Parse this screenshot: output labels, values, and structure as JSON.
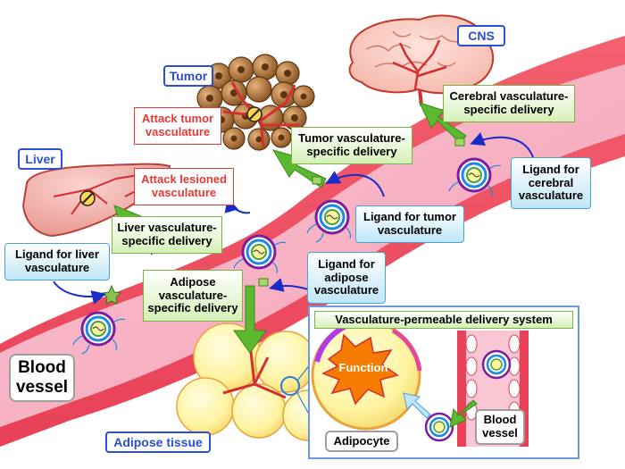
{
  "labels": {
    "cns": "CNS",
    "tumor": "Tumor",
    "liver": "Liver",
    "adipose_tissue": "Adipose tissue",
    "blood_vessel": "Blood\nvessel",
    "attack_tumor": "Attack tumor\nvasculature",
    "attack_lesioned": "Attack lesioned\nvasculature",
    "cerebral_delivery": "Cerebral vasculature-\nspecific delivery",
    "tumor_delivery": "Tumor vasculature-\nspecific delivery",
    "liver_delivery": "Liver vasculature-\nspecific delivery",
    "adipose_delivery": "Adipose\nvasculature-\nspecific delivery",
    "ligand_liver": "Ligand for liver\nvasculature",
    "ligand_tumor": "Ligand for tumor\nvasculature",
    "ligand_adipose": "Ligand for\nadipose\nvasculature",
    "ligand_cerebral": "Ligand for\ncerebral\nvasculature"
  },
  "inset": {
    "title": "Vasculature-permeable delivery system",
    "function": "Function",
    "adipocyte": "Adipocyte",
    "blood_vessel": "Blood\nvessel"
  },
  "colors": {
    "vessel": "#f2a0b4",
    "vessel_edge": "#e2536c",
    "delivery_box": "#d6f0b8",
    "ligand_box": "#bfe6f7",
    "attack_text": "#e53935",
    "organ_tag": "#2b4fd6",
    "arrow_green": "#5cb82e"
  },
  "icons": [
    "brain-icon",
    "tumor-cells-icon",
    "liver-icon",
    "adipose-tissue-icon",
    "nanoparticle-icon",
    "inhibition-icon",
    "star-ligand-icon",
    "explosion-icon"
  ]
}
